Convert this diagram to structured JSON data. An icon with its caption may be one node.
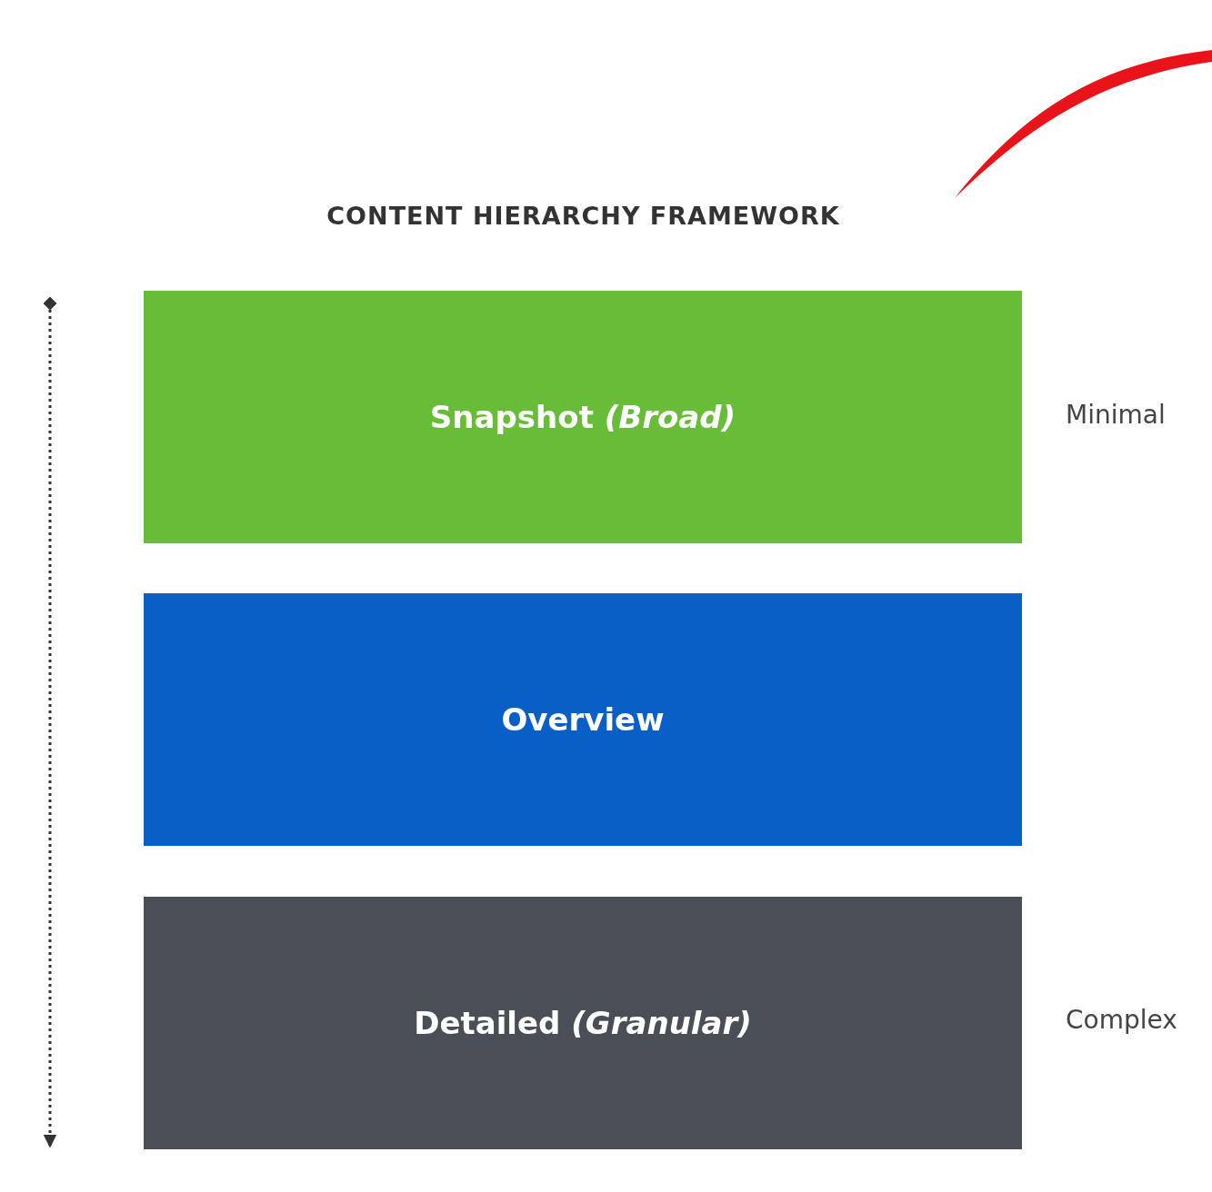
{
  "diagram": {
    "title": "CONTENT HIERARCHY FRAMEWORK",
    "nodes": [
      {
        "text": [],
        "shape": "stroke"
      },
      {
        "text": [
          "Snapshot *(Broad)*"
        ]
      },
      {
        "text": [
          "Overview"
        ]
      },
      {
        "text": [
          "Detailed *(Granular)*"
        ]
      }
    ],
    "labels": [
      "Minimal",
      "Complex"
    ]
  }
}
